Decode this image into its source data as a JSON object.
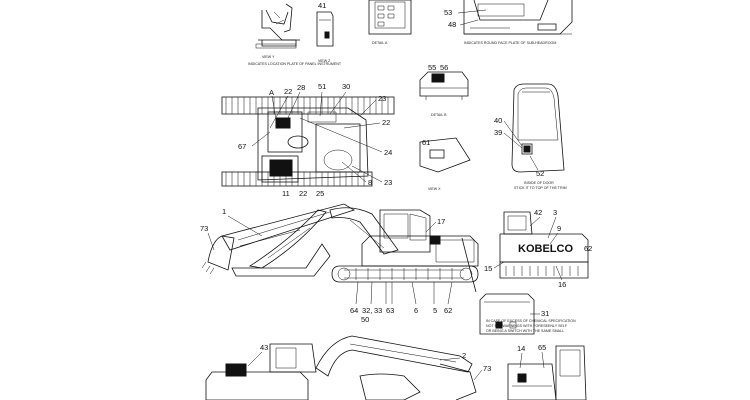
{
  "captions": {
    "view_top_left": "VIEW Y",
    "sub_top_left": "INDICATES LOCATION PLATE OF PANEL INSTRUMENT",
    "view_z": "VIEW Z",
    "detail_a": "DETAIL A",
    "sub_top_right": "INDICATES ROUND FACE PLATE OF SUB-HEADROOM",
    "detail_b": "DETAIL B",
    "view_x": "VIEW X",
    "door_line1": "INSIDE OF DOOR",
    "door_line2": "STICK IT TO TOP OF THE TRIM",
    "note_line1": "IN CASE OF EXCESS OF CHEMICAL SPECIFICATION",
    "note_line2": "NOT SET WARNINGS WITH FORESEENLY SELF",
    "note_line3": "OR BEING A SWITCH WITH THE SAME SMALL"
  },
  "brand": "KOBELCO",
  "callouts": {
    "c41": "41",
    "c53": "53",
    "c48": "48",
    "c55": "55",
    "c56": "56",
    "c61": "61",
    "c40": "40",
    "c39": "39",
    "c52": "52",
    "cA": "A",
    "c22a": "22",
    "c28": "28",
    "c51": "51",
    "c30": "30",
    "c23a": "23",
    "c22b": "22",
    "c67": "67",
    "c24": "24",
    "c8": "8",
    "c23b": "23",
    "c11": "11",
    "c22c": "22",
    "c25": "25",
    "c1": "1",
    "c73a": "73",
    "c17": "17",
    "c42": "42",
    "c3": "3",
    "c9": "9",
    "c62": "62",
    "c15": "15",
    "c16": "16",
    "c64": "64",
    "c32": "32,",
    "c33": "33",
    "c63": "63",
    "c50": "50",
    "c6": "6",
    "c5": "5",
    "c62b": "62",
    "c31": "31",
    "c43": "43",
    "c2": "2",
    "c73b": "73",
    "c14": "14",
    "c65": "65"
  }
}
